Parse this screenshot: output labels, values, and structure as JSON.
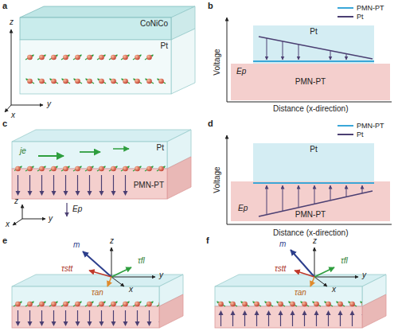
{
  "diagram": {
    "nodes": [
      {
        "text": [
          "CoNiCo"
        ]
      },
      {
        "text": [
          "Pt"
        ]
      },
      {
        "text": [
          "Pt"
        ]
      },
      {
        "text": [
          "PMN-PT"
        ]
      },
      {
        "text": [
          "Pt"
        ]
      },
      {
        "text": [
          "PMN-PT"
        ]
      },
      {
        "text": [
          "Pt"
        ]
      },
      {
        "text": [
          "PMN-PT"
        ]
      }
    ],
    "labels": [
      "a",
      "z",
      "x",
      "y",
      "b",
      "Voltage",
      "Distance (x-direction)",
      "Ep",
      "c",
      "z",
      "x",
      "y",
      "je",
      "Ep",
      "d",
      "Voltage",
      "Distance (x-direction)",
      "Ep",
      "e",
      "z",
      "m",
      "τstt",
      "x",
      "y",
      "τfl",
      "τan",
      "f",
      "z",
      "m",
      "τstt",
      "x",
      "y",
      "τfl",
      "τan"
    ],
    "legend": [
      {
        "text": "PMN-PT",
        "color": "#3aa7d8"
      },
      {
        "text": "Pt",
        "color": "#4b3f72"
      },
      {
        "text": "PMN-PT",
        "color": "#3aa7d8"
      },
      {
        "text": "Pt",
        "color": "#4b3f72"
      }
    ]
  }
}
